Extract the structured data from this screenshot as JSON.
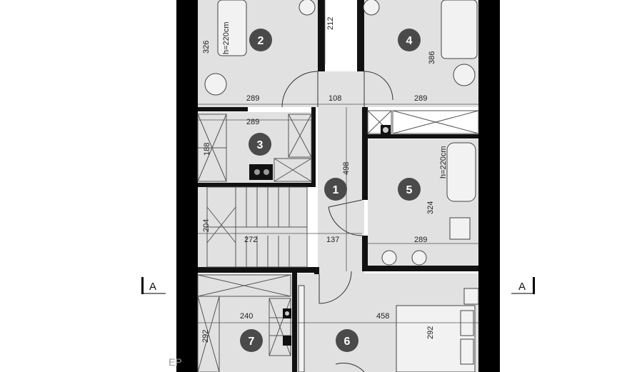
{
  "rooms": [
    {
      "number": "1"
    },
    {
      "number": "2"
    },
    {
      "number": "3"
    },
    {
      "number": "4"
    },
    {
      "number": "5"
    },
    {
      "number": "6"
    },
    {
      "number": "7"
    }
  ],
  "dimensions": {
    "d326": "326",
    "d212": "212",
    "d386": "386",
    "d289_left": "289",
    "d108": "108",
    "d289_right": "289",
    "d289_room3": "289",
    "d188": "188",
    "d498": "498",
    "d324": "324",
    "d204": "204",
    "d272": "272",
    "d137": "137",
    "d289_room5": "289",
    "d240": "240",
    "d458": "458",
    "d292_left": "292",
    "d292_bed": "292"
  },
  "labels": {
    "ceiling_left": "h=220cm",
    "ceiling_right": "h=220cm"
  },
  "section_markers": {
    "left": "A",
    "right": "A"
  },
  "watermark": "EP"
}
